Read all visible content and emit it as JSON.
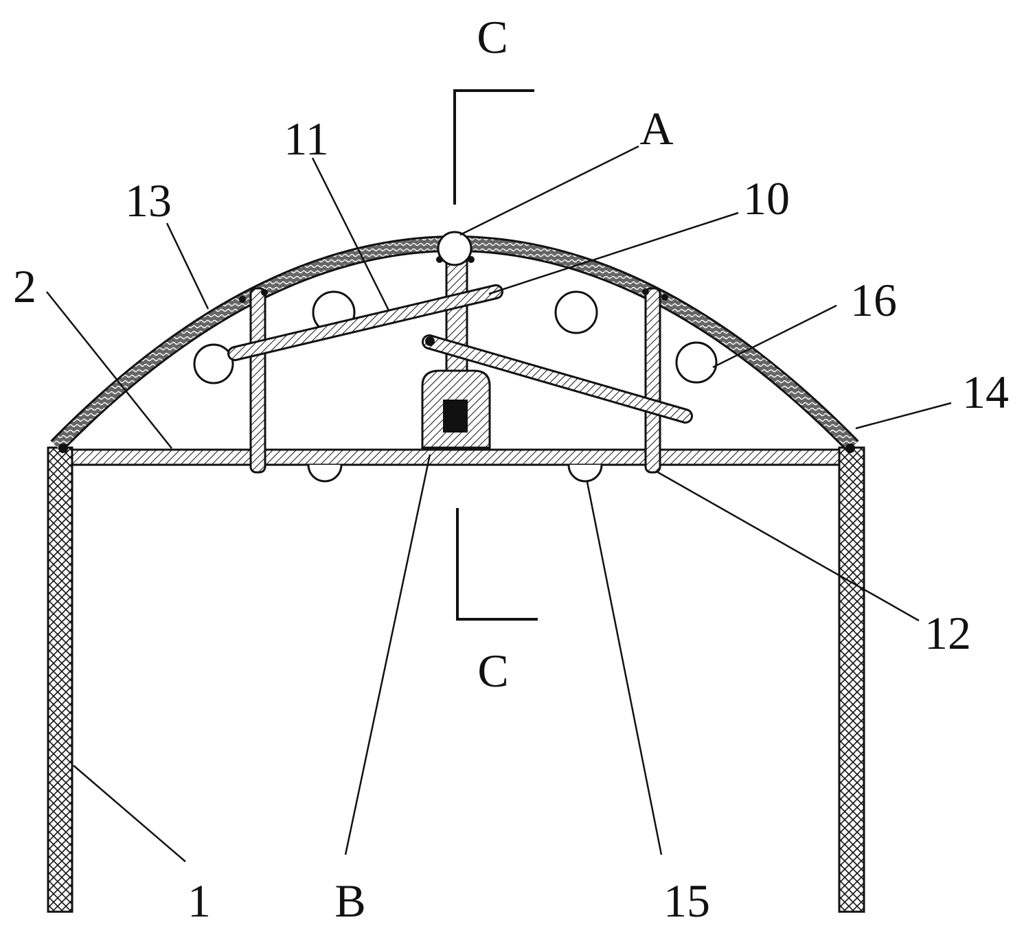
{
  "figure": {
    "part_labels": {
      "p1": "1",
      "p2": "2",
      "p10": "10",
      "p11": "11",
      "p12": "12",
      "p13": "13",
      "p14": "14",
      "p15": "15",
      "p16": "16",
      "detailA": "A",
      "detailB": "B",
      "sectionTop": "C",
      "sectionBottom": "C"
    },
    "colors": {
      "line": "#111111",
      "background": "#ffffff"
    }
  }
}
